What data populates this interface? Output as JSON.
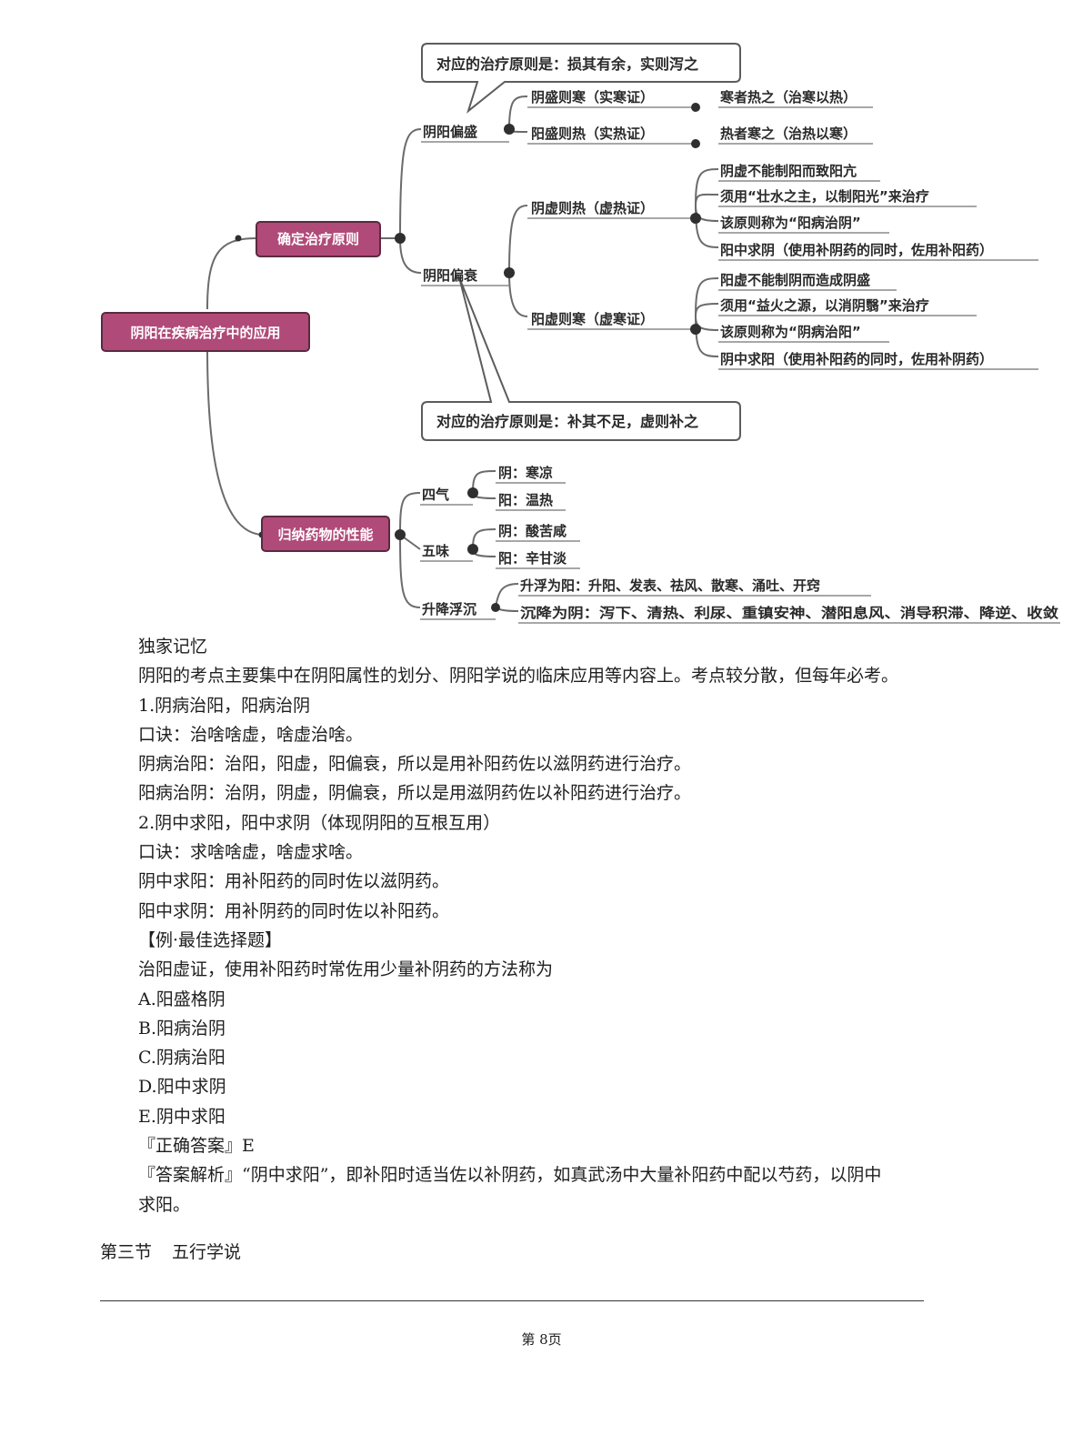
{
  "mindmap": {
    "root": "阴阳在疾病治疗中的应用",
    "branch_principle": "确定治疗原则",
    "branch_drug": "归纳药物的性能",
    "excess": "阴阳偏盛",
    "excess_callout": "对应的治疗原则是：损其有余，实则泻之",
    "yin_excess": "阴盛则寒（实寒证）",
    "yin_excess_treat": "寒者热之（治寒以热）",
    "yang_excess": "阳盛则热（实热证）",
    "yang_excess_treat": "热者寒之（治热以寒）",
    "deficiency": "阴阳偏衰",
    "deficiency_callout": "对应的治疗原则是：补其不足，虚则补之",
    "yin_deficiency": "阴虚则热（虚热证）",
    "yin_deficiency_items": [
      "阴虚不能制阳而致阳亢",
      "须用“壮水之主，以制阳光”来治疗",
      "该原则称为“阳病治阴”",
      "阳中求阴（使用补阴药的同时，佐用补阳药）"
    ],
    "yang_deficiency": "阳虚则寒（虚寒证）",
    "yang_deficiency_items": [
      "阳虚不能制阴而造成阴盛",
      "须用“益火之源，以消阴翳”来治疗",
      "该原则称为“阴病治阳”",
      "阴中求阳（使用补阳药的同时，佐用补阴药）"
    ],
    "siqi": "四气",
    "siqi_items": [
      "阴：寒凉",
      "阳：温热"
    ],
    "wuwei": "五味",
    "wuwei_items": [
      "阴：酸苦咸",
      "阳：辛甘淡"
    ],
    "shengjiang": "升降浮沉",
    "shengjiang_items": [
      "升浮为阳：升阳、发表、祛风、散寒、涌吐、开窍",
      "沉降为阴：泻下、清热、利尿、重镇安神、潜阳息风、消导积滞、降逆、收敛"
    ]
  },
  "text": {
    "heading": "独家记忆",
    "intro": "阴阳的考点主要集中在阴阳属性的划分、阴阳学说的临床应用等内容上。考点较分散，但每年必考。",
    "p1_title": "1.阴病治阳，阳病治阴",
    "p1_rhyme": "口诀：治啥啥虚，啥虚治啥。",
    "p1_a": "阴病治阳：治阳，阳虚，阳偏衰，所以是用补阳药佐以滋阴药进行治疗。",
    "p1_b": "阳病治阴：治阴，阴虚，阴偏衰，所以是用滋阴药佐以补阳药进行治疗。",
    "p2_title": "2.阴中求阳，阳中求阴（体现阴阳的互根互用）",
    "p2_rhyme": "口诀：求啥啥虚，啥虚求啥。",
    "p2_a": "阴中求阳：用补阳药的同时佐以滋阴药。",
    "p2_b": "阳中求阴：用补阴药的同时佐以补阳药。",
    "example_tag": "【例·最佳选择题】",
    "question": "治阳虚证，使用补阳药时常佐用少量补阴药的方法称为",
    "options": [
      "A.阳盛格阴",
      "B.阳病治阴",
      "C.阴病治阳",
      "D.阳中求阴",
      "E.阴中求阳"
    ],
    "answer": "『正确答案』E",
    "analysis_1": "『答案解析』“阴中求阳”，即补阳时适当佐以补阴药，如真武汤中大量补阳药中配以芍药，以阴中",
    "analysis_2": "求阳。"
  },
  "section": {
    "number": "第三节",
    "title": "五行学说"
  },
  "footer": {
    "page": "第 8页"
  }
}
